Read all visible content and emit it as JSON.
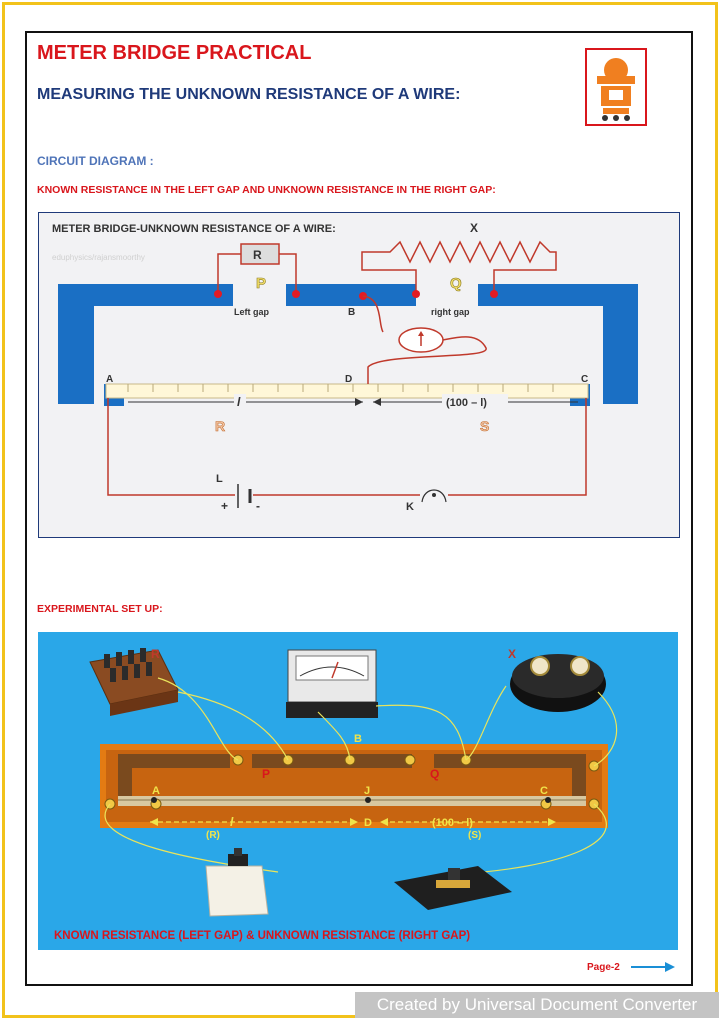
{
  "title": "METER BRIDGE PRACTICAL",
  "subtitle": "MEASURING THE UNKNOWN RESISTANCE OF A WIRE:",
  "circuit_heading": "CIRCUIT DIAGRAM :",
  "circuit_subheading": "KNOWN RESISTANCE IN THE LEFT GAP AND UNKNOWN RESISTANCE IN THE RIGHT GAP:",
  "diagram": {
    "title": "METER BRIDGE-UNKNOWN RESISTANCE OF A WIRE:",
    "credit": "eduphysics/rajansmoorthy",
    "labels": {
      "R": "R",
      "P": "P",
      "Q": "Q",
      "X": "X",
      "left_gap": "Left gap",
      "right_gap": "right gap",
      "A": "A",
      "B": "B",
      "C": "C",
      "D": "D",
      "l": "l",
      "hundred_minus_l": "(100 – l)",
      "R2": "R",
      "S": "S",
      "L": "L",
      "K": "K",
      "plus": "+",
      "minus": "-"
    }
  },
  "setup_heading": "EXPERIMENTAL SET UP:",
  "setup": {
    "labels": {
      "R": "R",
      "X": "X",
      "B": "B",
      "P": "P",
      "Q": "Q",
      "A": "A",
      "J": "J",
      "C": "C",
      "D": "D",
      "l": "l",
      "hundred_minus_l": "(100 – l)",
      "R2": "(R)",
      "S": "(S)"
    },
    "caption": "KNOWN RESISTANCE (LEFT GAP) & UNKNOWN RESISTANCE (RIGHT GAP)"
  },
  "footer": {
    "page": "Page-2"
  },
  "watermark": "Created by Universal Document Converter",
  "colors": {
    "title_red": "#d9161c",
    "navy": "#1f3a7a",
    "bridge_blue": "#1a6fc4",
    "frame_gold": "#f2c21b"
  }
}
